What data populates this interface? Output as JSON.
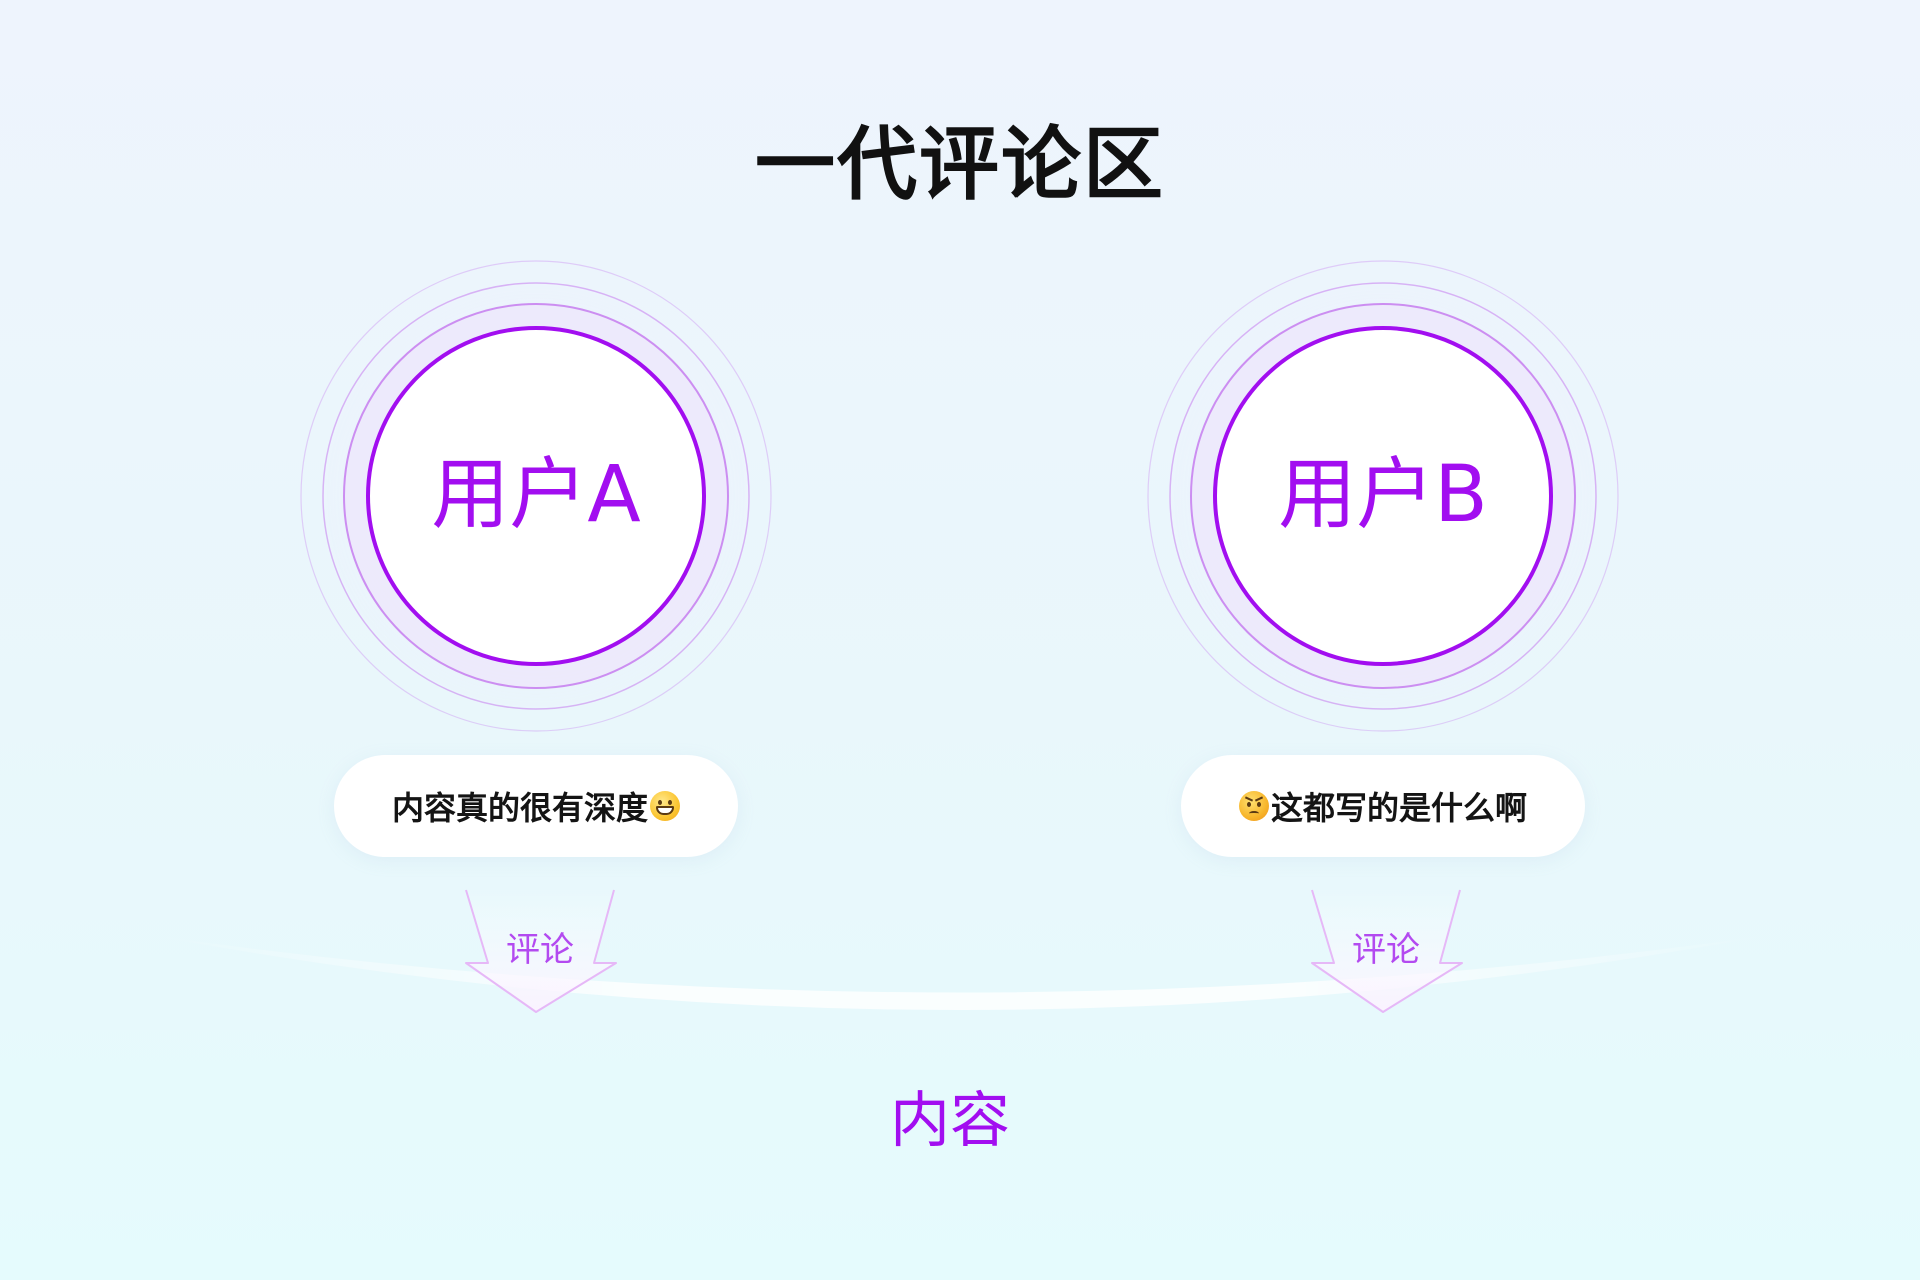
{
  "title": "一代评论区",
  "users": [
    {
      "label": "用户A",
      "comment": "内容真的很有深度",
      "comment_emoji": "grinning-face-icon",
      "arrow_label": "评论"
    },
    {
      "label": "用户B",
      "comment": "这都写的是什么啊",
      "comment_emoji": "angry-face-icon",
      "arrow_label": "评论"
    }
  ],
  "content": "内容",
  "colors": {
    "accent": "#a20ef0",
    "ring": "#c77df0",
    "arrow_label": "#b34af0",
    "title": "#111111",
    "background_top": "#eef4fd",
    "background_bottom": "#e5fbfd"
  }
}
